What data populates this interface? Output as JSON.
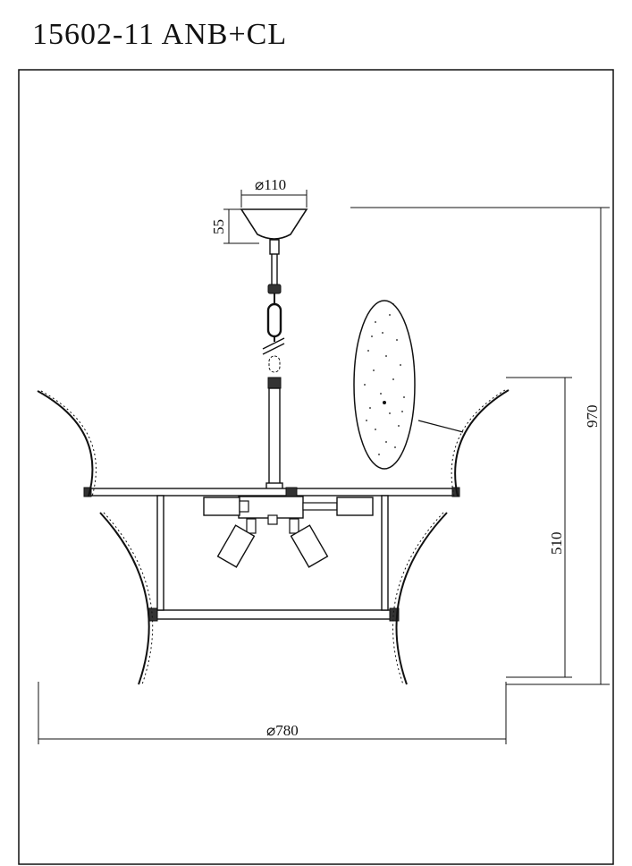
{
  "title": "15602-11  ANB+CL",
  "dimensions": {
    "canopy_diameter": "⌀110",
    "canopy_height": "55",
    "overall_height": "970",
    "body_height": "510",
    "overall_diameter": "⌀780"
  },
  "colors": {
    "line": "#111111",
    "background": "#ffffff"
  }
}
